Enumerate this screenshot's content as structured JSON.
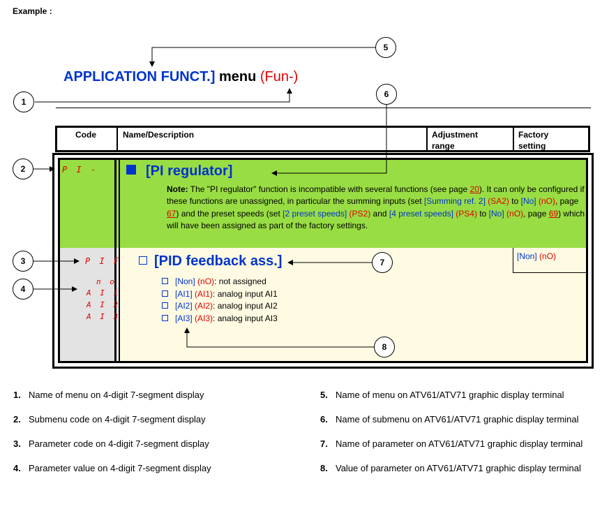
{
  "example_label": "Example :",
  "menu_title": {
    "part1": "APPLICATION FUNCT.]",
    "part2": " menu ",
    "part3": "(Fun-)"
  },
  "callouts": [
    "1",
    "2",
    "3",
    "4",
    "5",
    "6",
    "7",
    "8"
  ],
  "header": {
    "code": "Code",
    "name": "Name/Description",
    "range_line1": "Adjustment",
    "range_line2": "range",
    "factory_line1": "Factory",
    "factory_line2": "setting"
  },
  "submenu": {
    "code": "P I -",
    "title": "[PI regulator]",
    "note": {
      "label": "Note:",
      "t1": " The \"PI regulator\" function is incompatible with several functions (see page ",
      "p1": "20",
      "t2": "). It can only be configured if these functions are unassigned, in particular the summing inputs (set ",
      "l1": "[Summing ref. 2]",
      "c1": " (SA2)",
      "t3": " to ",
      "l2": "[No]",
      "c2": " (nO)",
      "t4": ", page ",
      "p2": "67",
      "t5": ") and the preset speeds (set ",
      "l3": "[2 preset speeds]",
      "c3": " (PS2)",
      "t6": " and ",
      "l4": "[4 preset speeds]",
      "c4": " (PS4)",
      "t7": " to ",
      "l5": "[No]",
      "c5": " (nO)",
      "t8": ", page ",
      "p3": "69",
      "t9": ") which will have been assigned as part of the factory settings."
    }
  },
  "parameter": {
    "code": "P I F",
    "title": "[PID feedback ass.]",
    "factory_name": "[Non]",
    "factory_code": " (nO)",
    "values": [
      {
        "seg": "n o",
        "name": "[Non]",
        "code": " (nO)",
        "desc": ": not assigned"
      },
      {
        "seg": "A I 1",
        "name": "[AI1]",
        "code": " (AI1)",
        "desc": ": analog input AI1"
      },
      {
        "seg": "A I 2",
        "name": "[AI2]",
        "code": " (AI2)",
        "desc": ": analog input AI2"
      },
      {
        "seg": "A I 3",
        "name": "[AI3]",
        "code": " (AI3)",
        "desc": ": analog input AI3"
      }
    ]
  },
  "legend": [
    {
      "num": "1.",
      "text": "Name of menu on 4-digit 7-segment display"
    },
    {
      "num": "2.",
      "text": "Submenu code on 4-digit 7-segment display"
    },
    {
      "num": "3.",
      "text": "Parameter code on 4-digit 7-segment display"
    },
    {
      "num": "4.",
      "text": "Parameter value on 4-digit 7-segment display"
    },
    {
      "num": "5.",
      "text": "Name of menu on ATV61/ATV71 graphic display terminal"
    },
    {
      "num": "6.",
      "text": "Name of submenu on ATV61/ATV71 graphic display terminal"
    },
    {
      "num": "7.",
      "text": "Name of parameter on ATV61/ATV71 graphic display terminal"
    },
    {
      "num": "8.",
      "text": "Value of parameter on ATV61/ATV71 graphic display terminal"
    }
  ]
}
